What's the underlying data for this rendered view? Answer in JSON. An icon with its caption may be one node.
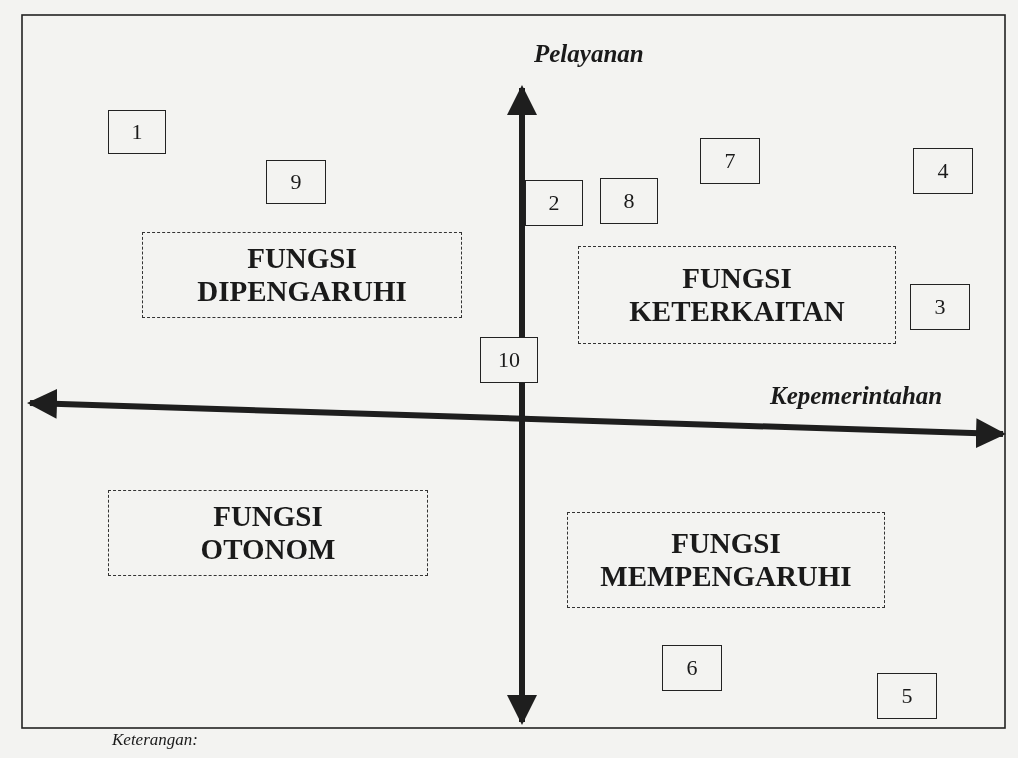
{
  "diagram": {
    "nodes": [
      {
        "text": [
          "1"
        ]
      },
      {
        "text": [
          "7"
        ]
      },
      {
        "text": [
          "4"
        ]
      },
      {
        "text": [
          "9"
        ]
      },
      {
        "text": [
          "2"
        ]
      },
      {
        "text": [
          "8"
        ]
      },
      {
        "text": [
          "FUNGSI DIPENGARUHI"
        ]
      },
      {
        "text": [
          "FUNGSI KETERKAITAN"
        ]
      },
      {
        "text": [
          "3"
        ]
      },
      {
        "text": [
          "10"
        ]
      },
      {
        "text": [
          "FUNGSI OTONOM"
        ]
      },
      {
        "text": [
          "FUNGSI MEMPENGARUHI"
        ]
      },
      {
        "text": [
          "6"
        ]
      },
      {
        "text": [
          "5"
        ]
      }
    ],
    "labels": [
      "Pelayanan",
      "Kepemerintahan",
      "Keterangan:"
    ]
  }
}
